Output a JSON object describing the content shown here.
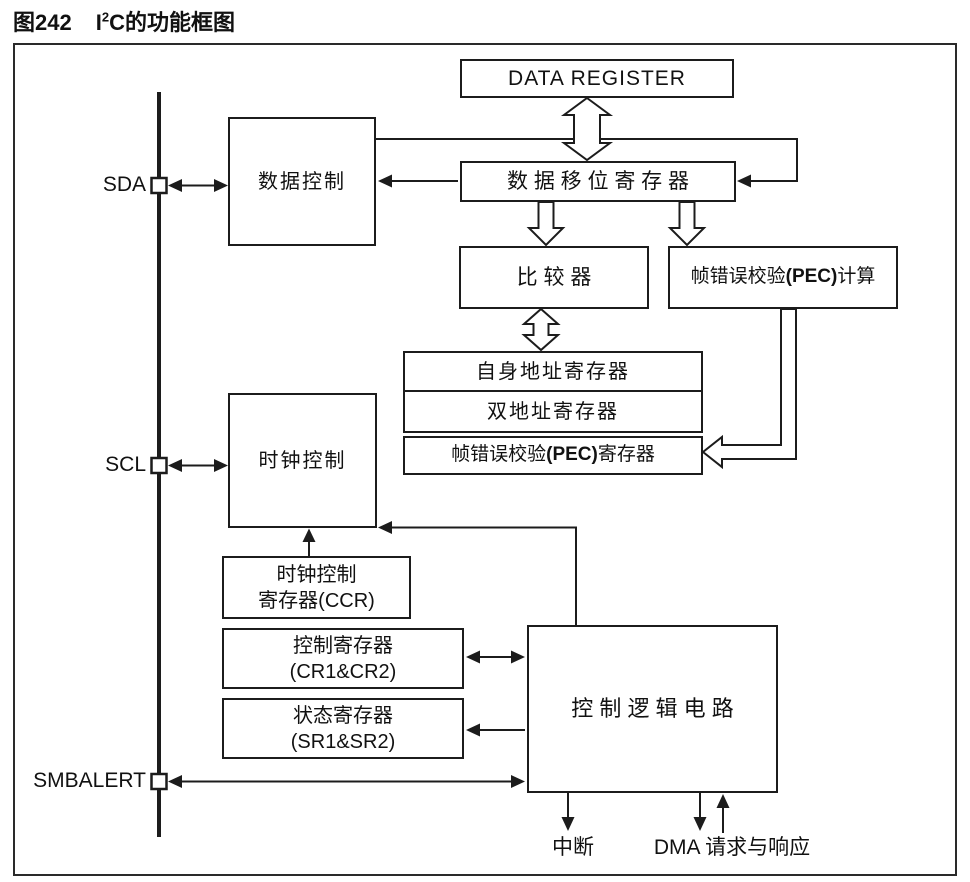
{
  "title": {
    "figure_no": "图242",
    "chip_prefix": "I",
    "chip_sup": "2",
    "chip_suffix": "C的功能框图"
  },
  "signals": {
    "sda": "SDA",
    "scl": "SCL",
    "smbalert": "SMBALERT"
  },
  "blocks": {
    "data_register": "DATA REGISTER",
    "data_control": "数据控制",
    "shift_register": "数 据 移 位 寄 存 器",
    "comparator": "比 较 器",
    "pec_calc": {
      "prefix": "帧错误校验",
      "pec": "(PEC)",
      "suffix": "计算"
    },
    "own_address": "自身地址寄存器",
    "dual_address": "双地址寄存器",
    "pec_register": {
      "prefix": "帧错误校验",
      "pec": "(PEC)",
      "suffix": "寄存器"
    },
    "clock_control": "时钟控制",
    "ccr": {
      "line1": "时钟控制",
      "line2": "寄存器(CCR)"
    },
    "cr": {
      "line1": "控制寄存器",
      "line2": "(CR1&CR2)"
    },
    "sr": {
      "line1": "状态寄存器",
      "line2": "(SR1&SR2)"
    },
    "control_logic": "控 制 逻 辑 电 路"
  },
  "outputs": {
    "interrupt": "中断",
    "dma": "DMA 请求与响应"
  },
  "colors": {
    "ink": "#1c1c1c",
    "background": "#ffffff"
  }
}
